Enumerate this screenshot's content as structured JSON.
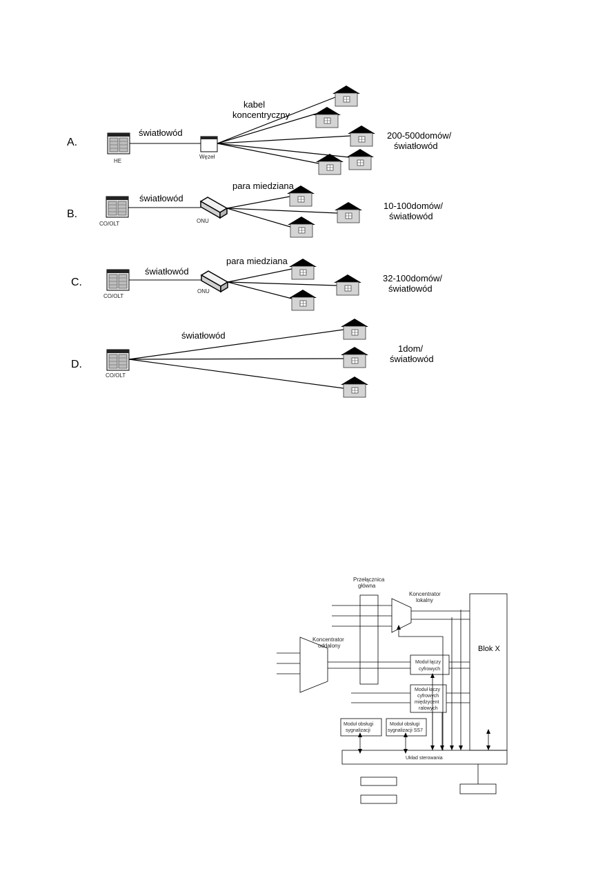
{
  "diagram_top": {
    "rows": [
      {
        "letter": "A.",
        "source_label": "HE",
        "link_label": "światłowód",
        "node_label": "Węzeł",
        "branch_label_line1": "kabel",
        "branch_label_line2": "koncentryczny",
        "ratio_line1": "200-500domów/",
        "ratio_line2": "światłowód"
      },
      {
        "letter": "B.",
        "source_label": "CO/OLT",
        "link_label": "światłowód",
        "node_label": "ONU",
        "branch_label": "para miedziana",
        "ratio_line1": "10-100domów/",
        "ratio_line2": "światłowód"
      },
      {
        "letter": "C.",
        "source_label": "CO/OLT",
        "link_label": "światłowód",
        "node_label": "ONU",
        "branch_label": "para miedziana",
        "ratio_line1": "32-100domów/",
        "ratio_line2": "światłowód"
      },
      {
        "letter": "D.",
        "source_label": "CO/OLT",
        "link_label": "światłowód",
        "ratio_line1": "1dom/",
        "ratio_line2": "światłowód"
      }
    ]
  },
  "diagram_bottom": {
    "main_switch": [
      "Przełącznica",
      "główna"
    ],
    "local_concentrator": [
      "Koncentrator",
      "lokalny"
    ],
    "remote_concentrator": [
      "Koncentrator",
      "oddalony"
    ],
    "block_x": "Blok X",
    "digital_module": [
      "Moduł łączy",
      "cyfrowych"
    ],
    "intercentral_module": [
      "Moduł łączy",
      "cyfrowych",
      "międzycent",
      "ralowych"
    ],
    "signaling_module_1": [
      "Moduł obsługi",
      "sygnalizacji"
    ],
    "signaling_module_2": [
      "Moduł obsługi",
      "sygnalizacji SS7"
    ],
    "control_unit": "Układ sterowania"
  }
}
